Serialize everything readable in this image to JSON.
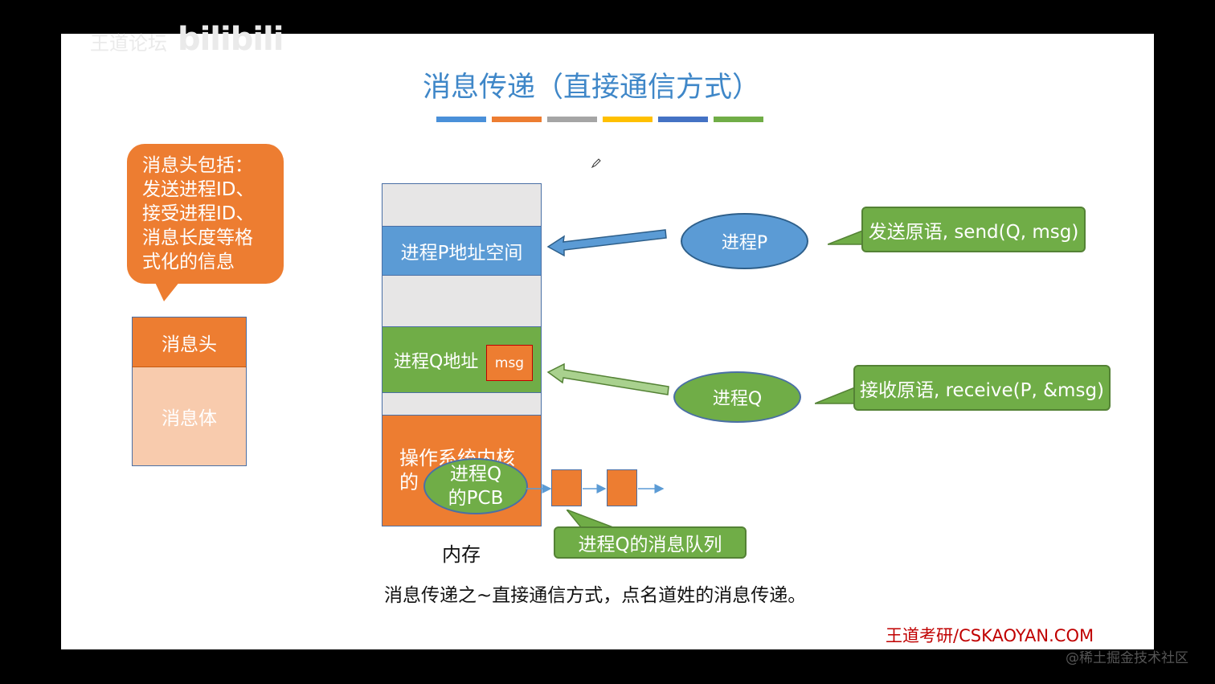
{
  "watermark": {
    "text": "王道论坛",
    "logo": "bilibili"
  },
  "title": "消息传递（直接通信方式）",
  "title_bar_colors": [
    "#4a90d9",
    "#ed7d31",
    "#a5a5a5",
    "#ffc000",
    "#4472c4",
    "#70ad47"
  ],
  "header_callout": {
    "lines": [
      "消息头包括：",
      "发送进程ID、",
      "接受进程ID、",
      "消息长度等格",
      "式化的信息"
    ]
  },
  "message_struct": {
    "head": "消息头",
    "body": "消息体"
  },
  "memory": {
    "p_space": "进程P地址空间",
    "q_space": "进程Q地址",
    "msg": "msg",
    "kernel": "操作系统内核的",
    "pcb_lines": [
      "进程Q",
      "的PCB"
    ],
    "label": "内存"
  },
  "process_p": {
    "name": "进程P",
    "primitive": "发送原语, send(Q, msg)"
  },
  "process_q": {
    "name": "进程Q",
    "primitive": "接收原语, receive(P, &msg)"
  },
  "queue_label": "进程Q的消息队列",
  "caption": "消息传递之~直接通信方式，点名道姓的消息传递。",
  "brand": "王道考研/CSKAOYAN.COM",
  "juejin": "@稀土掘金技术社区",
  "colors": {
    "orange": "#ed7d31",
    "blue": "#5b9bd5",
    "green": "#70ad47",
    "light_orange": "#f8cbad",
    "gray": "#e7e6e6"
  }
}
